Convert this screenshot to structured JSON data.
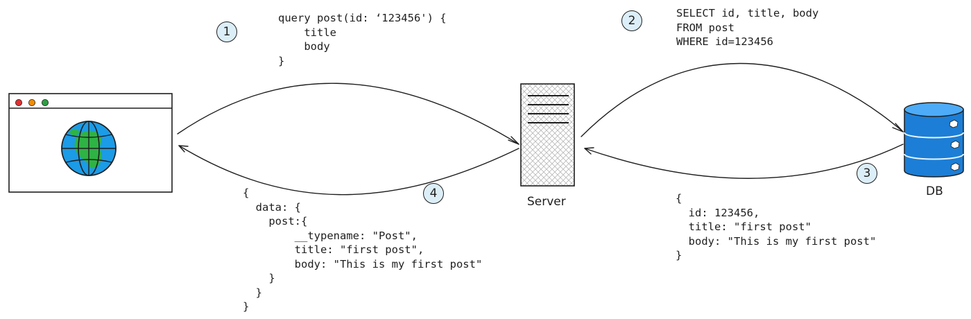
{
  "steps": [
    "1",
    "2",
    "3",
    "4"
  ],
  "components": {
    "server_label": "Server",
    "db_label": "DB"
  },
  "graphql_query": [
    "query post(id: ‘123456') {",
    "    title",
    "    body",
    "}"
  ],
  "sql_query": [
    "SELECT id, title, body",
    "FROM post",
    "WHERE id=123456"
  ],
  "db_result": [
    "{",
    "  id: 123456,",
    "  title: \"first post\"",
    "  body: \"This is my first post\"",
    "}"
  ],
  "graphql_response": [
    "{",
    "  data: {",
    "    post:{",
    "        __typename: \"Post\",",
    "        title: \"first post\",",
    "        body: \"This is my first post\"",
    "    }",
    "  }",
    "}"
  ],
  "colors": {
    "window_close": "#e03131",
    "window_minimize": "#f08c00",
    "window_maximize": "#2f9e44",
    "globe_ocean": "#1c9be6",
    "globe_land": "#2fb344",
    "db_fill": "#1c7ed6",
    "step_badge": "#dceef7"
  },
  "icons": [
    "browser-window-icon",
    "globe-icon",
    "server-icon",
    "database-icon"
  ]
}
